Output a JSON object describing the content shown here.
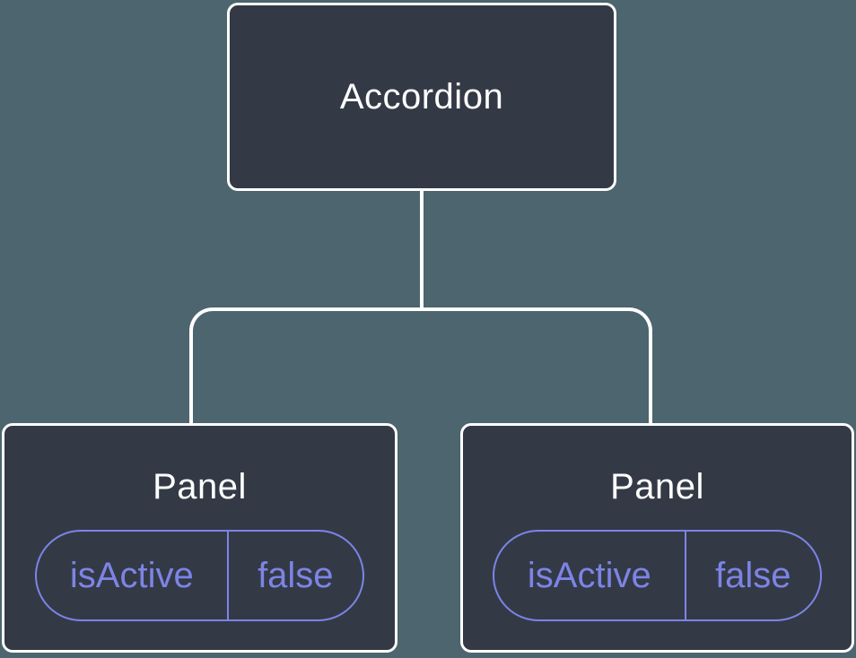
{
  "diagram": {
    "root": {
      "label": "Accordion",
      "children": [
        {
          "label": "Panel",
          "state": {
            "key": "isActive",
            "value": "false"
          }
        },
        {
          "label": "Panel",
          "state": {
            "key": "isActive",
            "value": "false"
          }
        }
      ]
    },
    "colors": {
      "background": "#4c656e",
      "node_fill": "#333a46",
      "node_border": "#ffffff",
      "label_text": "#ffffff",
      "accent_purple": "#7d84e6"
    }
  }
}
